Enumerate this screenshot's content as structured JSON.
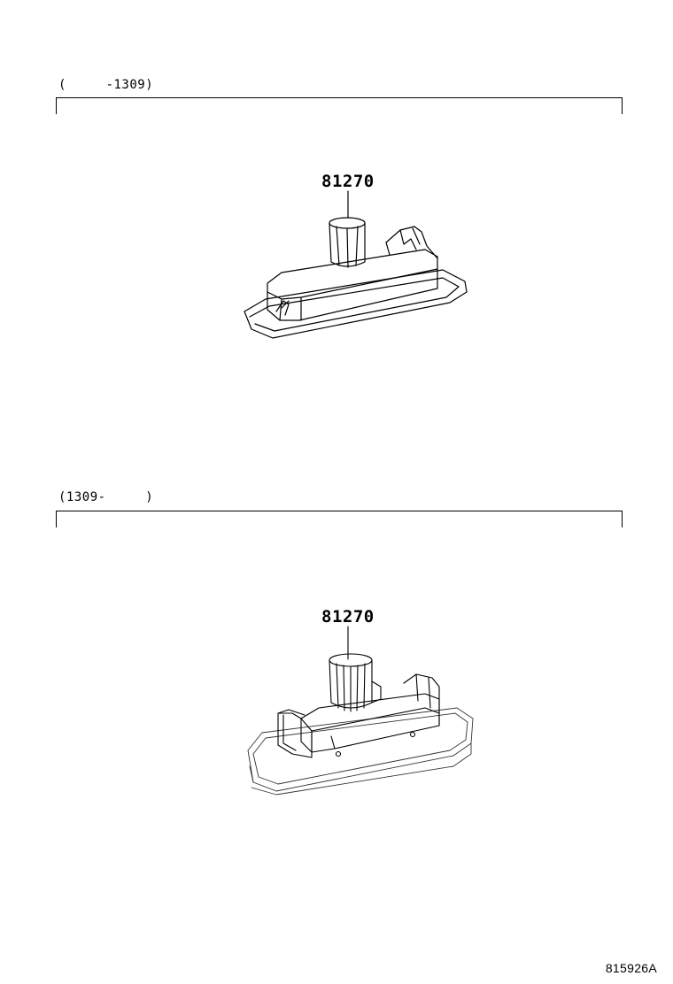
{
  "sections": [
    {
      "range_label": "(     -1309)",
      "part_number": "81270"
    },
    {
      "range_label": "(1309-     )",
      "part_number": "81270"
    }
  ],
  "illustration_id": "815926A"
}
